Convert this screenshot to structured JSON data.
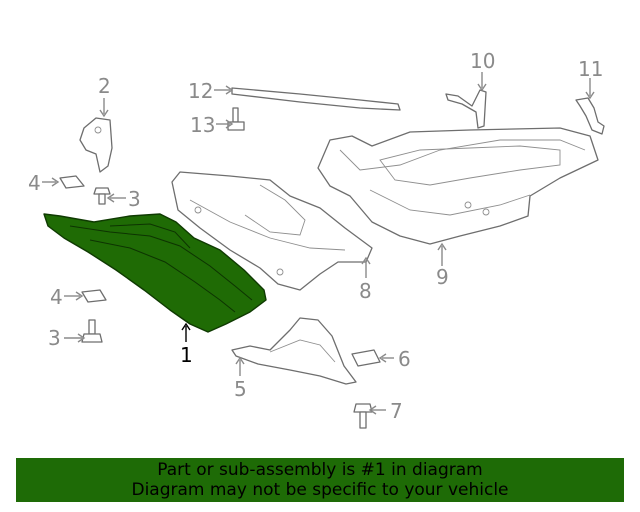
{
  "callouts": {
    "c1": "1",
    "c2": "2",
    "c3a": "3",
    "c3b": "3",
    "c4a": "4",
    "c4b": "4",
    "c5": "5",
    "c6": "6",
    "c7": "7",
    "c8": "8",
    "c9": "9",
    "c10": "10",
    "c11": "11",
    "c12": "12",
    "c13": "13"
  },
  "banner": {
    "line1": "Part or sub-assembly is #1 in diagram",
    "line2": "Diagram may not be specific to your vehicle"
  },
  "colors": {
    "highlight_part": "#1f6b05",
    "banner_bg": "#1e6b06",
    "callout_gray": "#8a8a8a"
  }
}
